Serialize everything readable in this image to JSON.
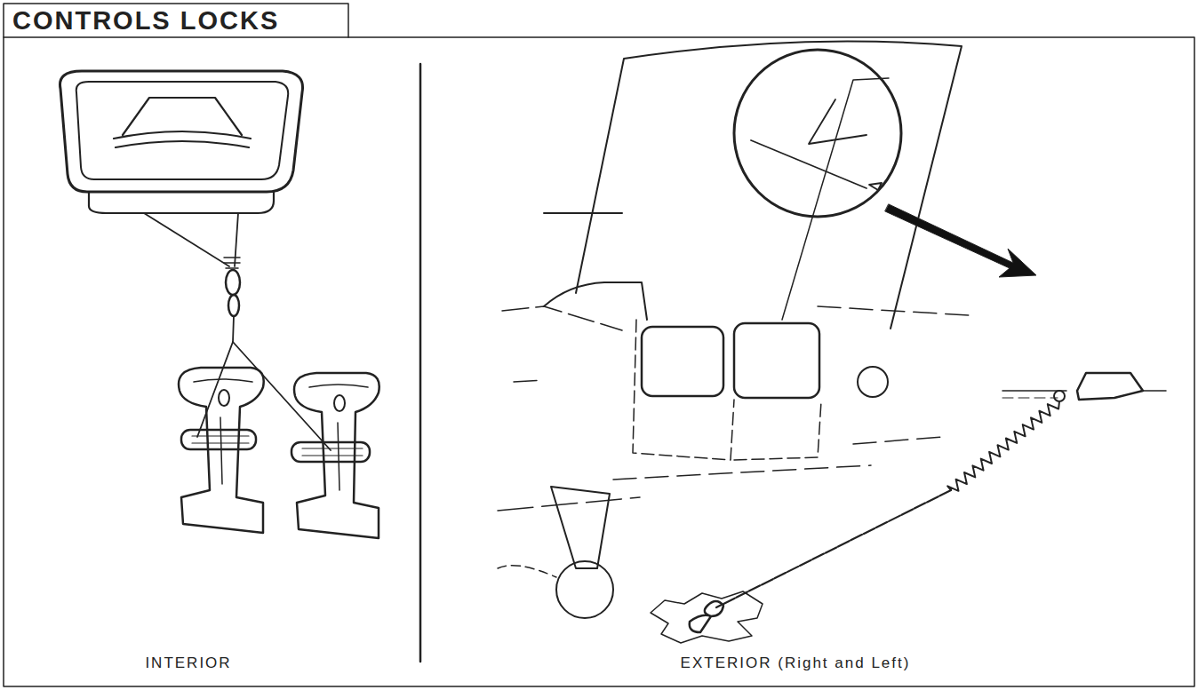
{
  "diagram": {
    "title": "CONTROLS LOCKS",
    "labels": [
      "INTERIOR",
      "EXTERIOR (Right and Left)"
    ]
  }
}
